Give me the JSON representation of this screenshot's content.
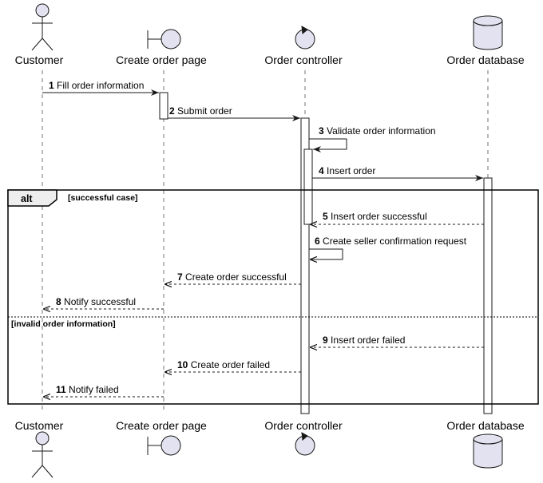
{
  "participants": {
    "customer": {
      "label": "Customer"
    },
    "page": {
      "label": "Create order page"
    },
    "controller": {
      "label": "Order controller"
    },
    "database": {
      "label": "Order database"
    }
  },
  "fragment": {
    "keyword": "alt",
    "guard_success": "[successful case]",
    "guard_invalid": "[invalid order information]"
  },
  "messages": [
    {
      "num": "1",
      "text": "Fill order information"
    },
    {
      "num": "2",
      "text": "Submit order"
    },
    {
      "num": "3",
      "text": "Validate order information"
    },
    {
      "num": "4",
      "text": "Insert order"
    },
    {
      "num": "5",
      "text": "Insert order successful"
    },
    {
      "num": "6",
      "text": "Create seller confirmation request"
    },
    {
      "num": "7",
      "text": "Create order successful"
    },
    {
      "num": "8",
      "text": "Notify successful"
    },
    {
      "num": "9",
      "text": "Insert order failed"
    },
    {
      "num": "10",
      "text": "Create order failed"
    },
    {
      "num": "11",
      "text": "Notify failed"
    }
  ],
  "colors": {
    "participant_fill": "#E2E2F0",
    "participant_stroke": "#181818",
    "lifeline": "#181818",
    "activation_fill": "#FFFFFF",
    "fragment_header_fill": "#EEEEEE"
  },
  "icons": {
    "customer": "actor-icon",
    "page": "boundary-icon",
    "controller": "control-icon",
    "database": "database-icon"
  }
}
